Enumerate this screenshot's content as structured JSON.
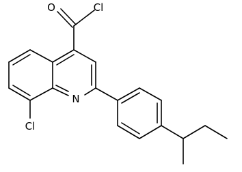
{
  "molecule": {
    "atoms": {
      "carbonyl_oxygen": "O",
      "acyl_chlorine": "Cl",
      "ring_nitrogen": "N",
      "ring_chlorine": "Cl"
    }
  }
}
